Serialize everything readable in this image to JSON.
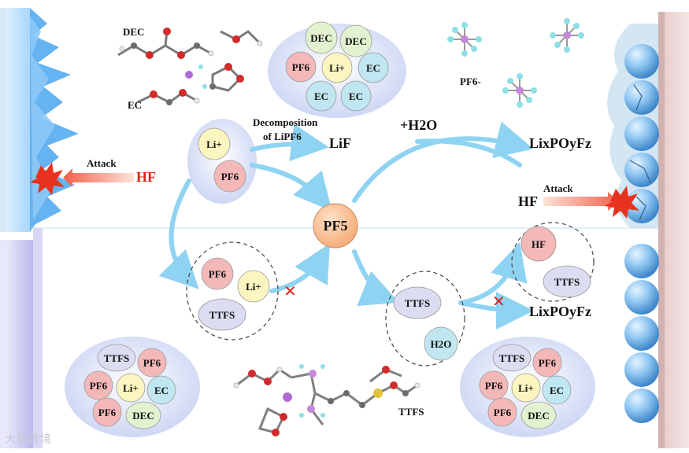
{
  "top_left": {
    "dec": "DEC",
    "ec": "EC"
  },
  "solvation_top": {
    "dec1": "DEC",
    "dec2": "DEC",
    "pf6": "PF6",
    "li": "Li+",
    "ec1": "EC",
    "ec2": "EC",
    "ec3": "EC"
  },
  "pf6_legend": "PF6-",
  "left_pair": {
    "li": "Li+",
    "pf6": "PF6"
  },
  "reactions": {
    "decomp_line1": "Decomposition",
    "decomp_line2": "of LiPF6",
    "lif": "LiF",
    "h2o": "+H2O",
    "lixpoyfz": "LixPOyFz",
    "pf5": "PF5",
    "hf_right": "HF",
    "lixpoyfz_2": "LixPOyFz"
  },
  "left_attack": {
    "label": "Attack",
    "hf": "HF"
  },
  "right_attack": {
    "label": "Attack"
  },
  "ttfs_cluster": {
    "pf6": "PF6",
    "li": "Li+",
    "ttfs": "TTFS"
  },
  "ttfs_h2o": {
    "ttfs": "TTFS",
    "h2o": "H2O"
  },
  "hf_ttfs": {
    "hf": "HF",
    "ttfs": "TTFS"
  },
  "solvation_bl": {
    "ttfs": "TTFS",
    "pf6a": "PF6",
    "pf6b": "PF6",
    "li": "Li+",
    "ec": "EC",
    "pf6c": "PF6",
    "dec": "DEC"
  },
  "solvation_br": {
    "ttfs": "TTFS",
    "pf6a": "PF6",
    "pf6b": "PF6",
    "li": "Li+",
    "ec": "EC",
    "pf6c": "PF6",
    "dec": "DEC"
  },
  "ttfs_molecule": "TTFS",
  "watermark": "大数跨境",
  "colors": {
    "pink": "#f4b8b8",
    "yellow": "#fbf6c0",
    "cyan": "#bfe6f1",
    "green": "#e2f1cf",
    "lav": "#dcdcf2",
    "pf5": "#f9c79f",
    "arrow": "#8fd3f2",
    "red": "#d62718"
  }
}
